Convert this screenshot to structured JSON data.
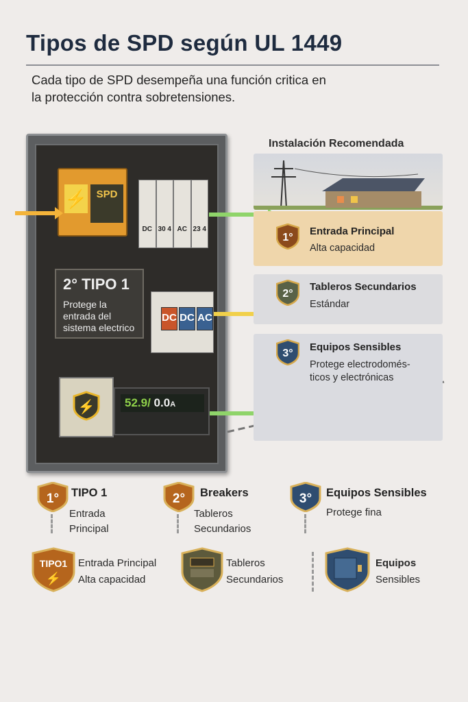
{
  "title": "Tipos de SPD según UL 1449",
  "subtitle": [
    "Cada tipo de SPD desempeña una función critica en",
    "la protección contra sobretensiones."
  ],
  "panel": {
    "spd_label": "SPD",
    "breakers_top": [
      "DC",
      "30 4",
      "AC",
      "23 4"
    ],
    "breakers_mid": [
      "DC",
      "DC",
      "AC"
    ],
    "tipo_box": {
      "heading": "2° TIPO 1",
      "description": [
        "Protege la",
        "entrada del",
        "sistema electrico"
      ]
    },
    "meter": {
      "voltage": "52.9/",
      "current": "0.0",
      "current_unit": "A"
    }
  },
  "installation": {
    "title": "Instalación Recomendada",
    "cards": [
      {
        "badge": "1°",
        "title": "Entrada Principal",
        "desc": [
          "Alta capacidad"
        ],
        "color": "#f0d7ae"
      },
      {
        "badge": "2°",
        "title": "Tableros Secundarios",
        "desc": [
          "Estándar"
        ],
        "color": "#dcdcdf"
      },
      {
        "badge": "3°",
        "title": "Equipos Sensibles",
        "desc": [
          "Protege electrodomés-",
          "ticos y electrónicas"
        ],
        "color": "#dadbe0"
      }
    ]
  },
  "legend_row1": [
    {
      "badge": "1°",
      "title": "TIPO 1",
      "desc": [
        "Entrada",
        "Principal"
      ],
      "color": "#b5651d"
    },
    {
      "badge": "2°",
      "title": "Breakers",
      "desc": [
        "Tableros",
        "Secundarios"
      ],
      "color": "#b5651d"
    },
    {
      "badge": "3°",
      "title": "Equipos Sensibles",
      "desc": [
        "Protege fina"
      ],
      "color": "#2f4d70"
    }
  ],
  "legend_row2": [
    {
      "badge": "TIPO1",
      "lines": [
        "Entrada  Principal",
        "Alta capacidad"
      ],
      "color": "#b5651d"
    },
    {
      "lines": [
        "Tableros",
        "Secundarios"
      ],
      "color": "#5d5a3c"
    },
    {
      "lines": [
        "Equipos",
        "Sensibles"
      ],
      "color": "#2f4d70"
    }
  ]
}
